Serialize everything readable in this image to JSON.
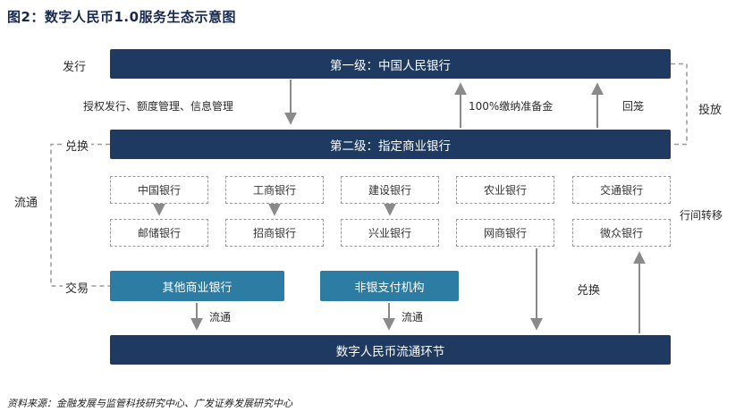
{
  "title": "图2：数字人民币1.0服务生态示意图",
  "source": "资料来源：金融发展与监管科技研究中心、广发证券发展研究中心",
  "colors": {
    "navy_bar": "#1e3a61",
    "teal_box": "#2d7ca3",
    "arrow": "#8a8a8a",
    "dashed_line": "#9a9a9a",
    "title_text": "#16294d"
  },
  "tiers": {
    "tier1": "第一级：中国人民银行",
    "tier2": "第二级：指定商业银行",
    "bottom": "数字人民币流通环节"
  },
  "labels": {
    "issue": "发行",
    "release": "投放",
    "exchange_left": "兑换",
    "circulation_left": "流通",
    "transaction": "交易",
    "interbank_transfer": "行间转移",
    "exchange_right": "兑换",
    "authorize": "授权发行、额度管理、信息管理",
    "reserve": "100%缴纳准备金",
    "recall": "回笼",
    "circulation_other": "流通",
    "circulation_nonbank": "流通"
  },
  "banks_row1": [
    "中国银行",
    "工商银行",
    "建设银行",
    "农业银行",
    "交通银行"
  ],
  "banks_row2": [
    "邮储银行",
    "招商银行",
    "兴业银行",
    "网商银行",
    "微众银行"
  ],
  "mid_boxes": {
    "other_banks": "其他商业银行",
    "nonbank_payment": "非银支付机构"
  }
}
